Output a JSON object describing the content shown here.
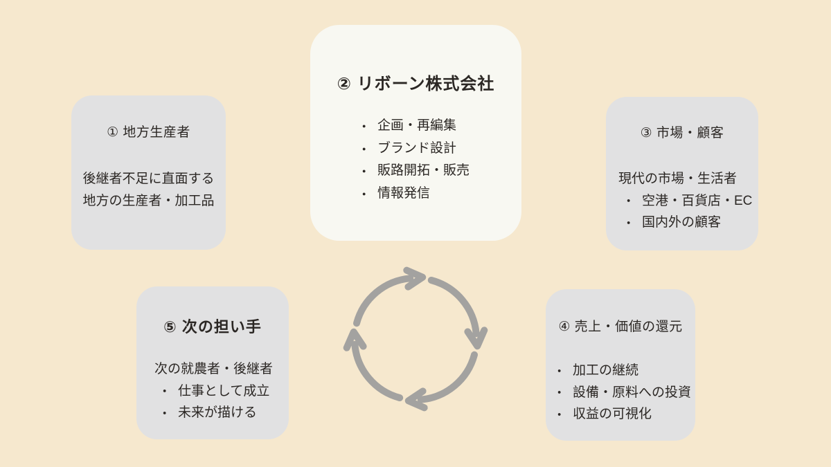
{
  "colors": {
    "background": "#f6e8ce",
    "card_gray": "#e1e1e2",
    "card_cream": "#f8f8f2",
    "text": "#2b2724",
    "arrow": "#a3a2a0"
  },
  "nodes": {
    "producers": {
      "title": "① 地方生産者",
      "lines": [
        "後継者不足に直面する",
        "地方の生産者・加工品"
      ]
    },
    "reborn": {
      "title": "② リボーン株式会社",
      "bullets": [
        "企画・再編集",
        "ブランド設計",
        "販路開拓・販売",
        "情報発信"
      ]
    },
    "market": {
      "title": "③ 市場・顧客",
      "lead": "現代の市場・生活者",
      "bullets": [
        "空港・百貨店・EC",
        "国内外の顧客"
      ]
    },
    "returns": {
      "title": "④ 売上・価値の還元",
      "bullets": [
        "加工の継続",
        "設備・原料への投資",
        "収益の可視化"
      ]
    },
    "successors": {
      "title": "⑤ 次の担い手",
      "lead": "次の就農者・後継者",
      "bullets": [
        "仕事として成立",
        "未来が描ける"
      ]
    }
  },
  "cycle": {
    "direction": "clockwise"
  }
}
